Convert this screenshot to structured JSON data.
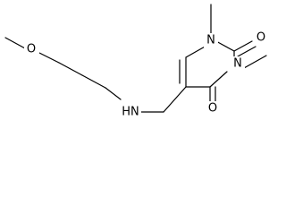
{
  "molecule": {
    "atoms": {
      "o_methoxy": "O",
      "n_amine": "HN",
      "n1": "N",
      "n3": "N",
      "o2": "O",
      "o4": "O"
    }
  }
}
